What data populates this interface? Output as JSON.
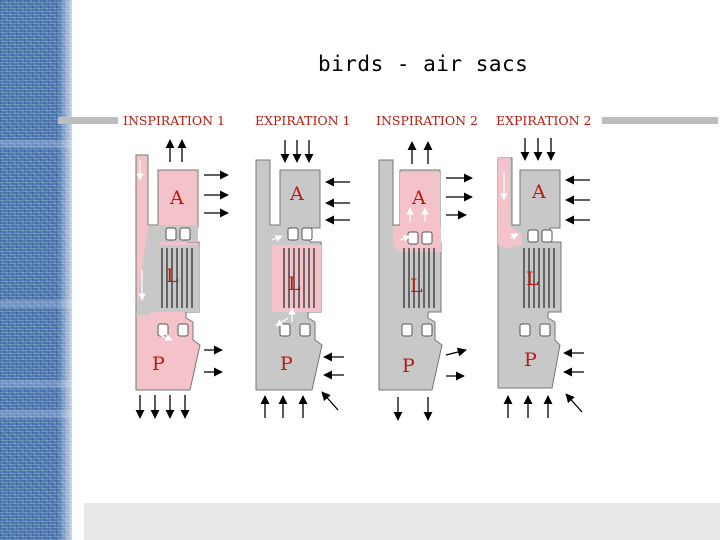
{
  "title": "birds - air sacs",
  "panels": [
    {
      "heading": "INSPIRATION 1",
      "sac_labels": [
        "A",
        "L",
        "P"
      ]
    },
    {
      "heading": "EXPIRATION 1",
      "sac_labels": [
        "A",
        "L",
        "P"
      ]
    },
    {
      "heading": "INSPIRATION 2",
      "sac_labels": [
        "A",
        "L",
        "P"
      ]
    },
    {
      "heading": "EXPIRATION 2",
      "sac_labels": [
        "A",
        "L",
        "P"
      ]
    }
  ],
  "colors": {
    "air_fill": "#f4c3c9",
    "body_fill": "#c8c8c8",
    "label_color": "#c0180f",
    "sidebar": "#4a78b3"
  }
}
